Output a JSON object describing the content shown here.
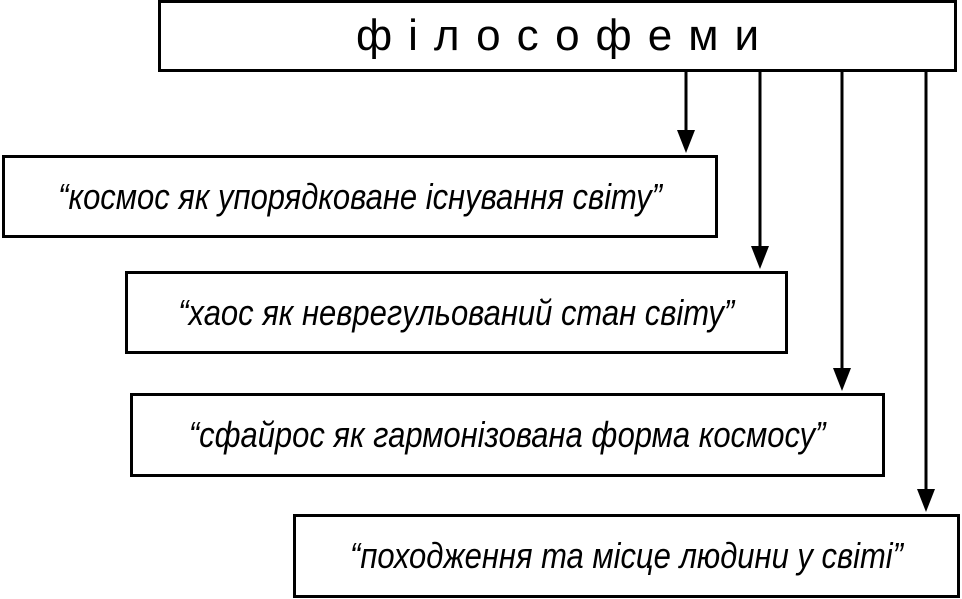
{
  "diagram": {
    "title": "філософеми",
    "items": [
      "“космос як упорядковане існування світу”",
      "“хаос як неврегульований стан світу”",
      "“сфайрос як гармонізована форма космосу”",
      "“походження та місце людини у світі”"
    ]
  }
}
